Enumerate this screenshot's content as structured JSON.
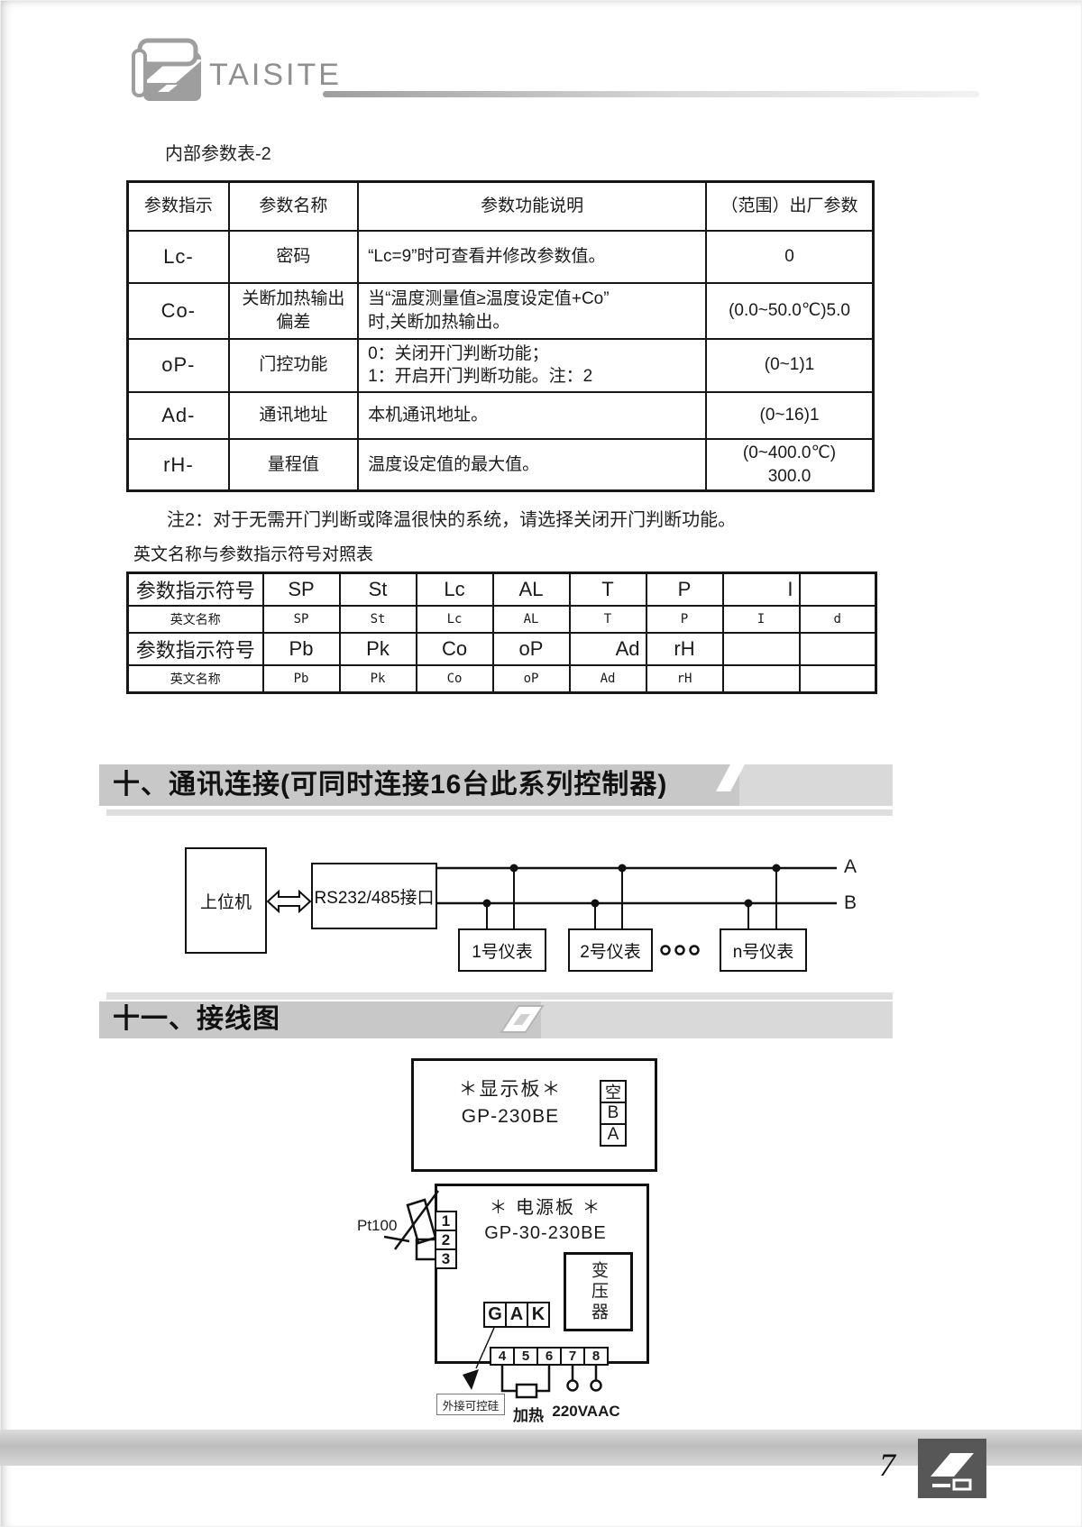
{
  "header": {
    "brand": "TAISITE"
  },
  "intro": {
    "table_title": "内部参数表-2"
  },
  "param_table": {
    "headers": [
      "参数指示",
      "参数名称",
      "参数功能说明",
      "（范围）出厂参数"
    ],
    "rows": [
      {
        "code": "Lc-",
        "name": "密码",
        "desc": "“Lc=9”时可查看并修改参数值。",
        "range": "0"
      },
      {
        "code": "Co-",
        "name": "关断加热输出\n偏差",
        "desc": "当“温度测量值≥温度设定值+Co”\n时,关断加热输出。",
        "range": "(0.0~50.0℃)5.0"
      },
      {
        "code": "oP-",
        "name": "门控功能",
        "desc": "0：关闭开门判断功能；\n1：开启开门判断功能。注：2",
        "range": "(0~1)1"
      },
      {
        "code": "Ad-",
        "name": "通讯地址",
        "desc": "本机通讯地址。",
        "range": "(0~16)1"
      },
      {
        "code": "rH-",
        "name": "量程值",
        "desc": "温度设定值的最大值。",
        "range": "(0~400.0℃)\n300.0"
      }
    ]
  },
  "note2": "注2：对于无需开门判断或降温很快的系统，请选择关闭开门判断功能。",
  "mapping_table": {
    "title": "英文名称与参数指示符号对照表",
    "rows": [
      {
        "label": "参数指示符号",
        "cells": [
          "SP",
          "St",
          "Lc",
          "AL",
          "T",
          "P",
          "I",
          ""
        ]
      },
      {
        "label": "英文名称",
        "cells": [
          "SP",
          "St",
          "Lc",
          "AL",
          "T",
          "P",
          "I",
          "d"
        ]
      },
      {
        "label": "参数指示符号",
        "cells": [
          "Pb",
          "Pk",
          "Co",
          "oP",
          "Ad",
          "rH",
          "",
          ""
        ]
      },
      {
        "label": "英文名称",
        "cells": [
          "Pb",
          "Pk",
          "Co",
          "oP",
          "Ad",
          "rH",
          "",
          ""
        ]
      }
    ]
  },
  "section10": {
    "title": "十、通讯连接(可同时连接16台此系列控制器)"
  },
  "comm_diagram": {
    "host": "上位机",
    "interface": "RS232/485接口",
    "line_a": "A",
    "line_b": "B",
    "meter1": "1号仪表",
    "meter2": "2号仪表",
    "meter_n": "n号仪表"
  },
  "section11": {
    "title": "十一、接线图"
  },
  "wiring_diagram": {
    "display_board_line1": "＊显示板＊",
    "display_board_line2": "GP-230BE",
    "connector": [
      "空",
      "B",
      "A"
    ],
    "power_board_line1": "＊ 电源板 ＊",
    "power_board_line2": "GP-30-230BE",
    "sensor": "Pt100",
    "left_terminals": [
      "1",
      "2",
      "3"
    ],
    "transformer": "变压器",
    "gak": [
      "G",
      "A",
      "K"
    ],
    "bottom_terminals": [
      "4",
      "5",
      "6",
      "7",
      "8"
    ],
    "scr_label": "外接可控硅",
    "heater_label": "加热",
    "power_label": "220VAAC"
  },
  "footer": {
    "page_number": "7"
  },
  "colors": {
    "logo_gray": "#9e9e9e",
    "band_gray": "#c8c8c8",
    "footer_box_gray": "#575757"
  }
}
